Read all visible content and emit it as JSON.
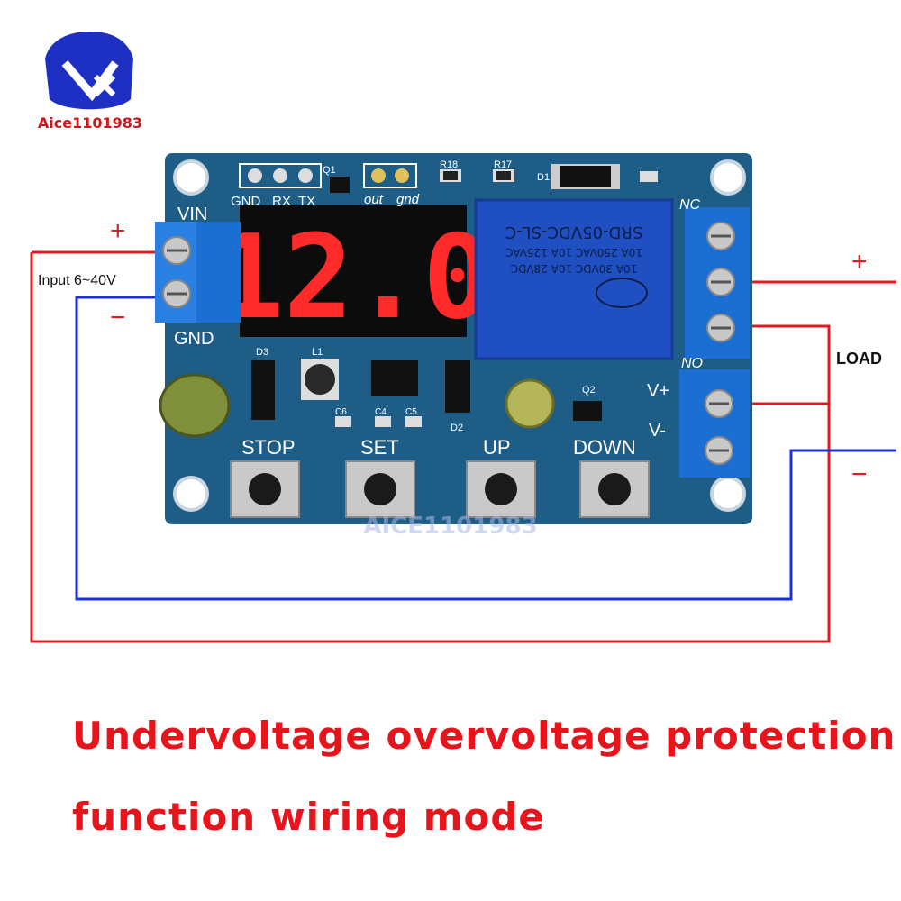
{
  "brand": {
    "name": "Aice1101983",
    "watermark": "AICE1101983"
  },
  "board": {
    "display_value": "12.0",
    "header_pins": [
      "GND",
      "RX",
      "TX"
    ],
    "output_pins": [
      "out",
      "gnd"
    ],
    "power_labels": {
      "vin": "VIN",
      "gnd": "GND"
    },
    "relay_terminals": {
      "nc": "NC",
      "no": "NO"
    },
    "load_terminals": {
      "vplus": "V+",
      "vminus": "V-"
    },
    "relay_text": [
      "SRD-05VDC-SL-C",
      "10A 250VAC  10A 125VAC",
      "10A 30VDC  10A 28VDC"
    ],
    "components": [
      "Q1",
      "R18",
      "R17",
      "D1",
      "D3",
      "L1",
      "C6",
      "C4",
      "C5",
      "D2",
      "Q2"
    ],
    "buttons": [
      "STOP",
      "SET",
      "UP",
      "DOWN"
    ]
  },
  "wiring": {
    "input_label": "Input 6~40V",
    "input_plus": "+",
    "input_minus": "−",
    "load_label": "LOAD",
    "load_plus": "+",
    "load_minus": "−"
  },
  "caption": {
    "line1": "Undervoltage overvoltage protection",
    "line2": "function wiring mode"
  },
  "colors": {
    "pcb": "#1d5d86",
    "wire_positive": "#e01b22",
    "wire_negative": "#1f2fd6",
    "caption": "#e8141b",
    "display": "#ff2b2b"
  }
}
